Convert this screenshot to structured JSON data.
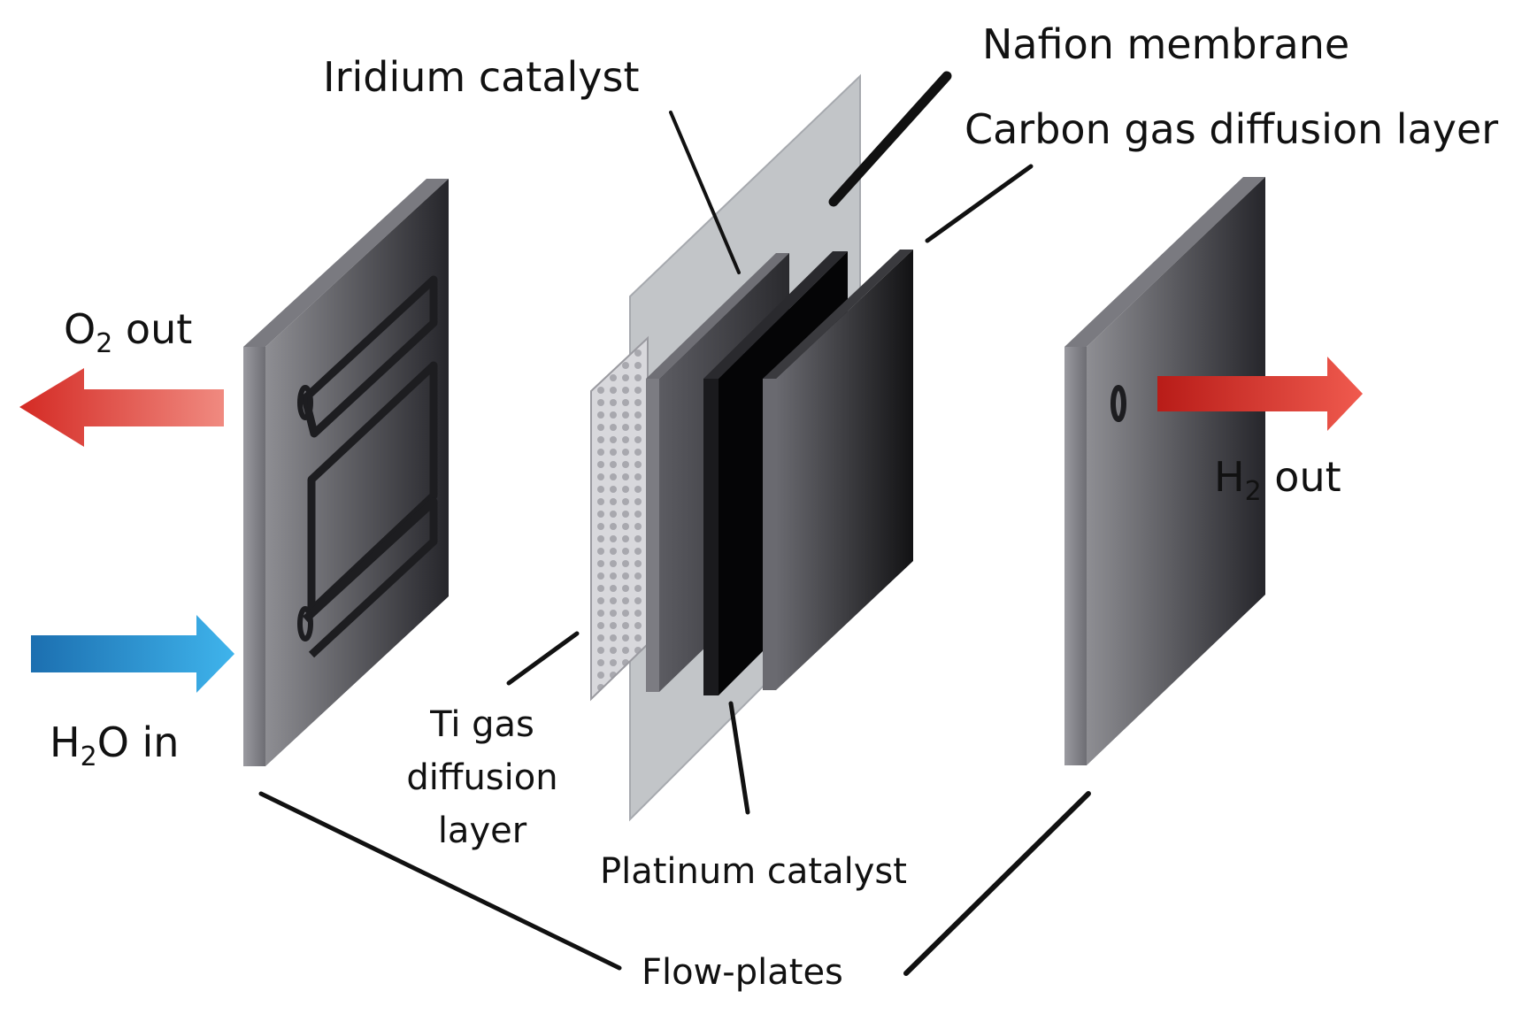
{
  "labels": {
    "iridium_catalyst": "Iridium catalyst",
    "nafion_membrane": "Nafion membrane",
    "carbon_gdl": "Carbon gas diffusion layer",
    "o2_out": {
      "base": "O",
      "sub": "2",
      "rest": " out"
    },
    "h2_out": {
      "base": "H",
      "sub": "2",
      "rest": " out"
    },
    "h2o_in": {
      "base": "H",
      "sub": "2",
      "rest": "O in"
    },
    "ti_gdl": [
      "Ti gas",
      "diffusion",
      "layer"
    ],
    "platinum_catalyst": "Platinum catalyst",
    "flow_plates": "Flow-plates"
  },
  "colors": {
    "o2_arrow": "#d42a24",
    "h2_arrow": "#d42a24",
    "h2o_arrow": "#1e8fd2",
    "plate_dark": "#2e2e33",
    "membrane": "#b9bcc0"
  }
}
